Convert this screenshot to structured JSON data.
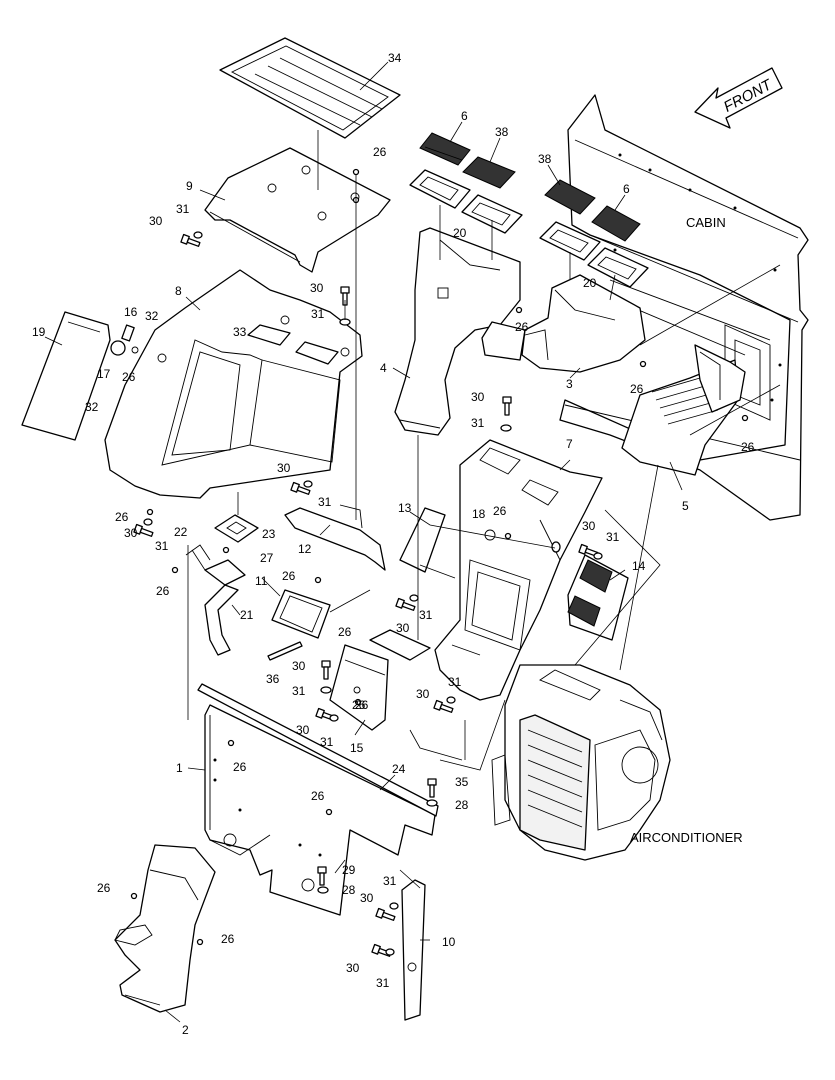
{
  "labels": {
    "front": "FRONT",
    "cabin": "CABIN",
    "airconditioner": "AIRCONDITIONER"
  },
  "callouts": [
    {
      "id": "c34",
      "text": "34"
    },
    {
      "id": "c6a",
      "text": "6"
    },
    {
      "id": "c38a",
      "text": "38"
    },
    {
      "id": "c38b",
      "text": "38"
    },
    {
      "id": "c6b",
      "text": "6"
    },
    {
      "id": "c26a",
      "text": "26"
    },
    {
      "id": "c9",
      "text": "9"
    },
    {
      "id": "c31a",
      "text": "31"
    },
    {
      "id": "c30a",
      "text": "30"
    },
    {
      "id": "c20a",
      "text": "20"
    },
    {
      "id": "c20b",
      "text": "20"
    },
    {
      "id": "c30b",
      "text": "30"
    },
    {
      "id": "c8",
      "text": "8"
    },
    {
      "id": "c31b",
      "text": "31"
    },
    {
      "id": "c26b",
      "text": "26"
    },
    {
      "id": "c16",
      "text": "16"
    },
    {
      "id": "c32a",
      "text": "32"
    },
    {
      "id": "c19",
      "text": "19"
    },
    {
      "id": "c33",
      "text": "33"
    },
    {
      "id": "c17",
      "text": "17"
    },
    {
      "id": "c26c",
      "text": "26"
    },
    {
      "id": "c4",
      "text": "4"
    },
    {
      "id": "c3",
      "text": "3"
    },
    {
      "id": "c26d",
      "text": "26"
    },
    {
      "id": "c32b",
      "text": "32"
    },
    {
      "id": "c30c",
      "text": "30"
    },
    {
      "id": "c31c",
      "text": "31"
    },
    {
      "id": "c26e",
      "text": "26"
    },
    {
      "id": "c7",
      "text": "7"
    },
    {
      "id": "c5",
      "text": "5"
    },
    {
      "id": "c30d",
      "text": "30"
    },
    {
      "id": "c31d",
      "text": "31"
    },
    {
      "id": "c26f",
      "text": "26"
    },
    {
      "id": "c13",
      "text": "13"
    },
    {
      "id": "c18",
      "text": "18"
    },
    {
      "id": "c26g",
      "text": "26"
    },
    {
      "id": "c31e",
      "text": "31"
    },
    {
      "id": "c30e",
      "text": "30"
    },
    {
      "id": "c22",
      "text": "22"
    },
    {
      "id": "c23",
      "text": "23"
    },
    {
      "id": "c12",
      "text": "12"
    },
    {
      "id": "c30f",
      "text": "30"
    },
    {
      "id": "c31f",
      "text": "31"
    },
    {
      "id": "c26h",
      "text": "26"
    },
    {
      "id": "c27",
      "text": "27"
    },
    {
      "id": "c14",
      "text": "14"
    },
    {
      "id": "c26i",
      "text": "26"
    },
    {
      "id": "c11",
      "text": "11"
    },
    {
      "id": "c26j",
      "text": "26"
    },
    {
      "id": "c21",
      "text": "21"
    },
    {
      "id": "c31g",
      "text": "31"
    },
    {
      "id": "c30g",
      "text": "30"
    },
    {
      "id": "c26k",
      "text": "26"
    },
    {
      "id": "c36",
      "text": "36"
    },
    {
      "id": "c30h",
      "text": "30"
    },
    {
      "id": "c31h",
      "text": "31"
    },
    {
      "id": "c31i",
      "text": "31"
    },
    {
      "id": "c30i",
      "text": "30"
    },
    {
      "id": "c26l",
      "text": "26"
    },
    {
      "id": "c30j",
      "text": "30"
    },
    {
      "id": "c31j",
      "text": "31"
    },
    {
      "id": "c15",
      "text": "15"
    },
    {
      "id": "c1",
      "text": "1"
    },
    {
      "id": "c26m",
      "text": "26"
    },
    {
      "id": "c24",
      "text": "24"
    },
    {
      "id": "c35",
      "text": "35"
    },
    {
      "id": "c26n",
      "text": "26"
    },
    {
      "id": "c28a",
      "text": "28"
    },
    {
      "id": "c29",
      "text": "29"
    },
    {
      "id": "c28b",
      "text": "28"
    },
    {
      "id": "c26o",
      "text": "26"
    },
    {
      "id": "c31k",
      "text": "31"
    },
    {
      "id": "c30k",
      "text": "30"
    },
    {
      "id": "c26p",
      "text": "26"
    },
    {
      "id": "c10",
      "text": "10"
    },
    {
      "id": "c30l",
      "text": "30"
    },
    {
      "id": "c31l",
      "text": "31"
    },
    {
      "id": "c2",
      "text": "2"
    }
  ]
}
